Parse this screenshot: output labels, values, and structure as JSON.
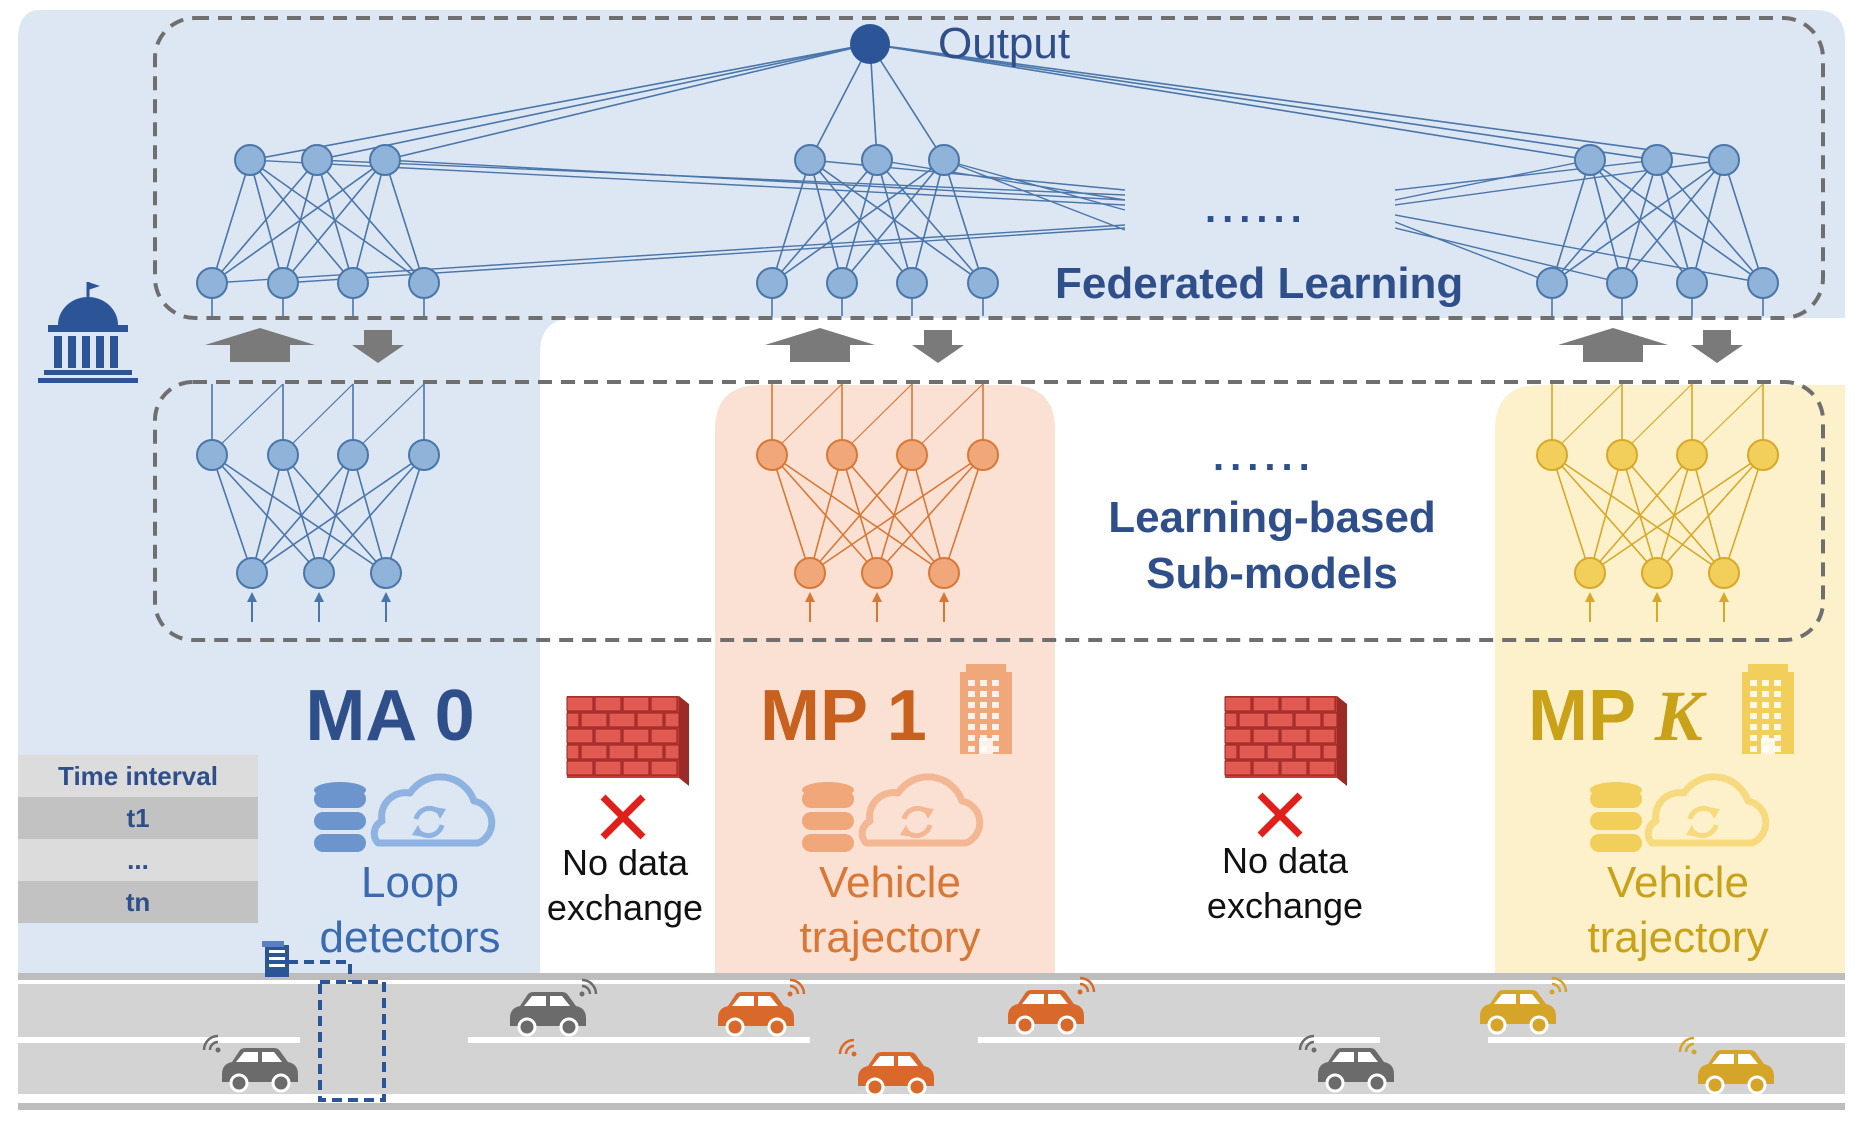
{
  "top": {
    "output_label": "Output",
    "federated_label": "Federated Learning",
    "fl_ellipsis": "......"
  },
  "middle": {
    "ellipsis": "......",
    "submodels_line1": "Learning-based",
    "submodels_line2": "Sub-models"
  },
  "parties": [
    {
      "title": "MA 0",
      "data_line1": "Loop",
      "data_line2": "detectors",
      "color": "#2f4f8a",
      "node_color": "#8fb3d9"
    },
    {
      "title_prefix": "MP 1",
      "data_line1": "Vehicle",
      "data_line2": "trajectory",
      "color": "#c8611e",
      "node_color": "#f0a87a"
    },
    {
      "title_prefix": "MP ",
      "title_italic": "K",
      "data_line1": "Vehicle",
      "data_line2": "trajectory",
      "color": "#c9a219",
      "node_color": "#f2cf5b"
    }
  ],
  "barriers": [
    {
      "line1": "No data",
      "line2": "exchange"
    },
    {
      "line1": "No data",
      "line2": "exchange"
    }
  ],
  "time_table": {
    "header": "Time interval",
    "rows": [
      "t1",
      "...",
      "tn"
    ]
  },
  "colors": {
    "ma_panel": "#dde6f3",
    "mp1_panel": "#fbe1d4",
    "mpk_panel": "#fdf1cc",
    "road": "#d3d3d3",
    "blue_node": "#8fb3d9",
    "blue_line": "#4a76aa",
    "orange_node": "#f0a87a",
    "orange_line": "#d87837",
    "yellow_node": "#f2cf5b",
    "yellow_line": "#d8a82a",
    "car_gray": "#6b6b6b",
    "car_orange": "#d8692a",
    "car_yellow": "#d5a52a",
    "barrier_x": "#e0201a"
  },
  "icons": [
    "government-building-icon",
    "database-icon",
    "cloud-sync-icon",
    "office-building-icon",
    "brick-wall-icon",
    "cross-icon",
    "car-icon",
    "sensor-icon",
    "arrow-up-icon",
    "arrow-down-icon"
  ]
}
